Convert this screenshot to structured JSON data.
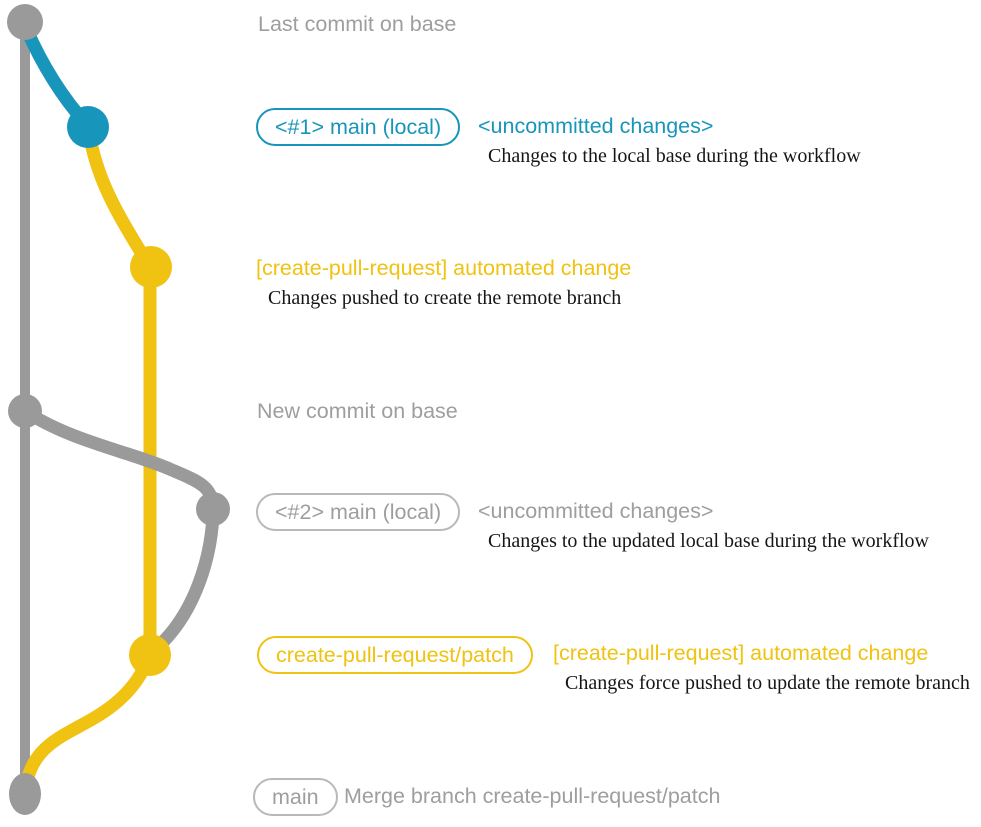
{
  "colors": {
    "background": "#ffffff",
    "teal": "#1895ba",
    "yellow": "#f0c211",
    "gray": "#9a9a9a",
    "text_gray": "#9e9e9e",
    "note_black": "#161616"
  },
  "rows": {
    "last_commit": {
      "title": "Last commit on base"
    },
    "main_local_1": {
      "branch_label": "<#1> main (local)",
      "status": "<uncommitted changes>",
      "note": "Changes to the local base during the workflow"
    },
    "automated_change_1": {
      "title": "[create-pull-request] automated change",
      "note": "Changes pushed to create the remote branch"
    },
    "new_commit": {
      "title": "New commit on base"
    },
    "main_local_2": {
      "branch_label": "<#2> main (local)",
      "status": "<uncommitted changes>",
      "note": "Changes to the updated local base during the workflow"
    },
    "patch_branch": {
      "branch_label": "create-pull-request/patch",
      "title": "[create-pull-request] automated change",
      "note": "Changes force pushed to update the remote branch"
    },
    "merge": {
      "branch_label": "main",
      "message": "Merge branch create-pull-request/patch"
    }
  },
  "graph": {
    "commits": [
      {
        "id": "base-tip",
        "color": "gray"
      },
      {
        "id": "local-uncommitted-1",
        "color": "teal"
      },
      {
        "id": "automated-change-1",
        "color": "yellow"
      },
      {
        "id": "base-new-commit",
        "color": "gray"
      },
      {
        "id": "local-uncommitted-2",
        "color": "gray"
      },
      {
        "id": "automated-change-2",
        "color": "yellow"
      },
      {
        "id": "merge-commit",
        "color": "gray"
      }
    ]
  }
}
